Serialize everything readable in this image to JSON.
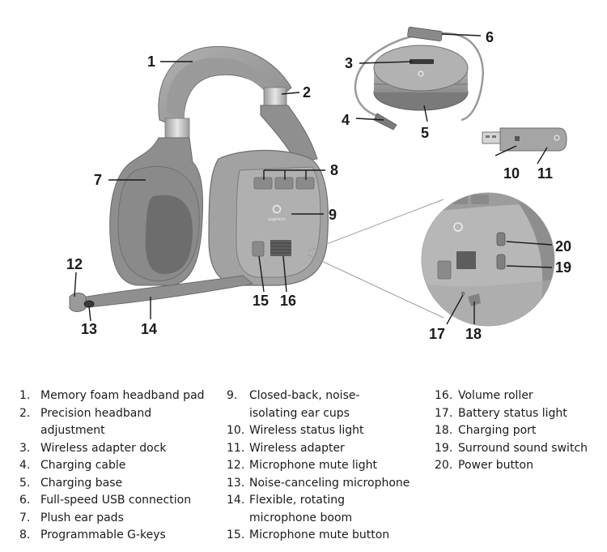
{
  "diagram": {
    "callouts": [
      "1",
      "2",
      "3",
      "4",
      "5",
      "6",
      "7",
      "8",
      "9",
      "10",
      "11",
      "12",
      "13",
      "14",
      "15",
      "16",
      "17",
      "18",
      "19",
      "20"
    ],
    "logo_text": "Logitech"
  },
  "legend": {
    "col1": [
      {
        "num": "1.",
        "text": "Memory foam headband pad"
      },
      {
        "num": "2.",
        "text": "Precision headband adjustment"
      },
      {
        "num": "3.",
        "text": "Wireless adapter dock"
      },
      {
        "num": "4.",
        "text": "Charging cable"
      },
      {
        "num": "5.",
        "text": "Charging base"
      },
      {
        "num": "6.",
        "text": "Full-speed USB connection"
      },
      {
        "num": "7.",
        "text": "Plush ear pads"
      },
      {
        "num": "8.",
        "text": "Programmable G-keys"
      }
    ],
    "col2": [
      {
        "num": "9.",
        "text": "Closed-back, noise-isolating ear cups"
      },
      {
        "num": "10.",
        "text": "Wireless status light"
      },
      {
        "num": "11.",
        "text": "Wireless adapter"
      },
      {
        "num": "12.",
        "text": "Microphone mute light"
      },
      {
        "num": "13.",
        "text": "Noise-canceling microphone"
      },
      {
        "num": "14.",
        "text": "Flexible, rotating microphone boom"
      },
      {
        "num": "15.",
        "text": "Microphone mute button"
      }
    ],
    "col3": [
      {
        "num": "16.",
        "text": "Volume roller"
      },
      {
        "num": "17.",
        "text": "Battery status light"
      },
      {
        "num": "18.",
        "text": "Charging port"
      },
      {
        "num": "19.",
        "text": "Surround sound switch"
      },
      {
        "num": "20.",
        "text": "Power button"
      }
    ]
  },
  "colors": {
    "body_dark": "#8c8c8c",
    "body_mid": "#a3a3a3",
    "body_light": "#c4c4c4",
    "pad": "#7a7a7a",
    "ink": "#1a1a1a"
  }
}
